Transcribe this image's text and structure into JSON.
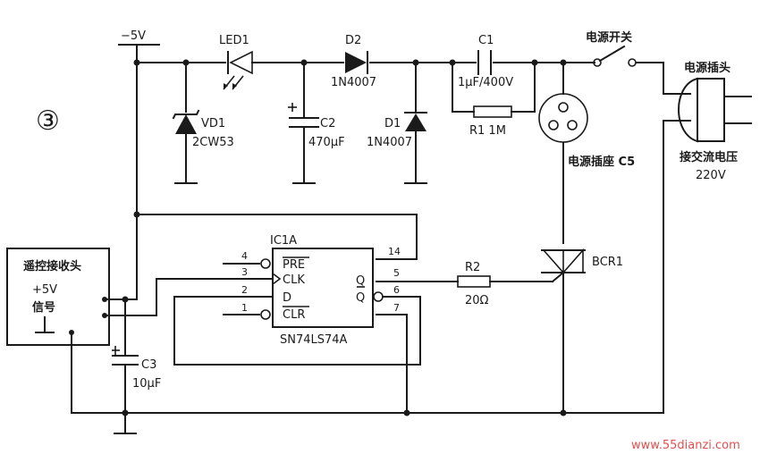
{
  "figure_number": "③",
  "labels": {
    "supply": "−5V",
    "led": "LED1",
    "d2": "D2",
    "d2_part": "1N4007",
    "c1": "C1",
    "c1_value": "1μF/400V",
    "power_switch": "电源开关",
    "power_plug": "电源插头",
    "vd1": "VD1",
    "vd1_part": "2CW53",
    "c2": "C2",
    "c2_value": "470μF",
    "d1": "D1",
    "d1_part": "1N4007",
    "r1": "R1 1M",
    "socket": "电源插座 C5",
    "ac_input": "接交流电压",
    "ac_voltage": "220V",
    "ic_name": "IC1A",
    "pin14": "14",
    "pin4": "4",
    "pin3": "3",
    "pin2": "2",
    "pin1": "1",
    "pin5": "5",
    "pin6": "6",
    "pin7": "7",
    "pre": "PRE",
    "clk": "CLK",
    "d": "D",
    "clr": "CLR",
    "q": "Q",
    "qbar": "Q",
    "ic_part": "SN74LS74A",
    "r2": "R2",
    "r2_value": "20Ω",
    "bcr": "BCR1",
    "receiver_title": "遥控接收头",
    "receiver_vcc": "+5V",
    "receiver_signal": "信号",
    "c3": "C3",
    "c3_value": "10μF",
    "watermark": "www.55dianzi.com"
  }
}
